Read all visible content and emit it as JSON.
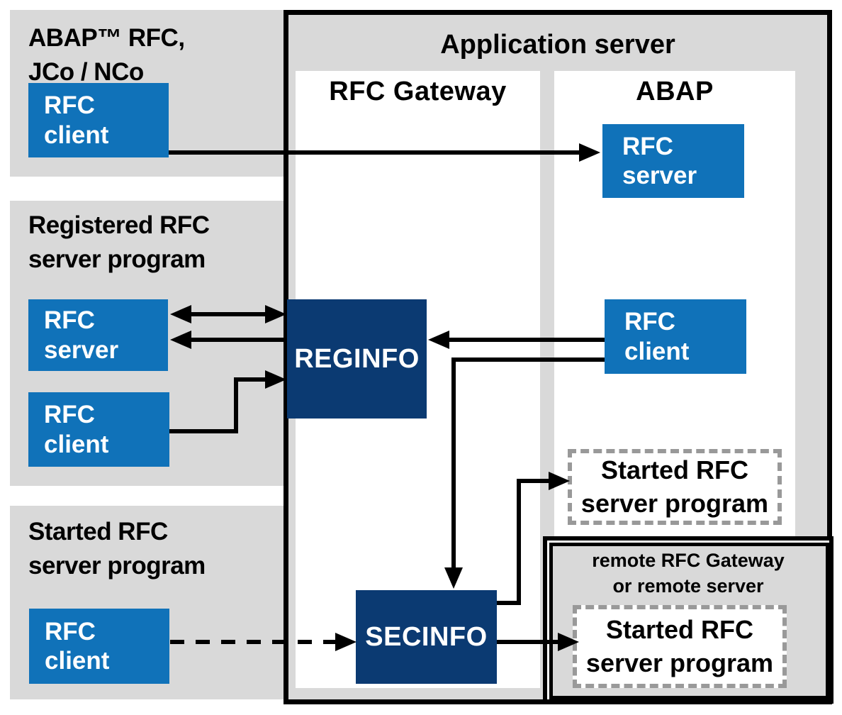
{
  "colors": {
    "panel_gray": "#d9d9d9",
    "box_blue": "#1072b9",
    "box_navy": "#0b3a72",
    "line_black": "#000000",
    "dashed_border_gray": "#999999",
    "column_white": "#ffffff"
  },
  "panels": [
    {
      "title": "ABAP™ RFC,\nJCo / NCo",
      "boxes": [
        "RFC\nclient"
      ]
    },
    {
      "title": "Registered RFC\nserver program",
      "boxes": [
        "RFC\nserver",
        "RFC\nclient"
      ]
    },
    {
      "title": "Started RFC\nserver program",
      "boxes": [
        "RFC\nclient"
      ]
    }
  ],
  "application_server": {
    "title": "Application server",
    "gateway": {
      "title": "RFC Gateway",
      "reginfo": "REGINFO",
      "secinfo": "SECINFO"
    },
    "abap": {
      "title": "ABAP",
      "server": "RFC\nserver",
      "client": "RFC\nclient"
    },
    "started_box": "Started RFC\nserver program"
  },
  "remote": {
    "title": "remote RFC Gateway\nor remote server",
    "started_box": "Started RFC\nserver program"
  }
}
